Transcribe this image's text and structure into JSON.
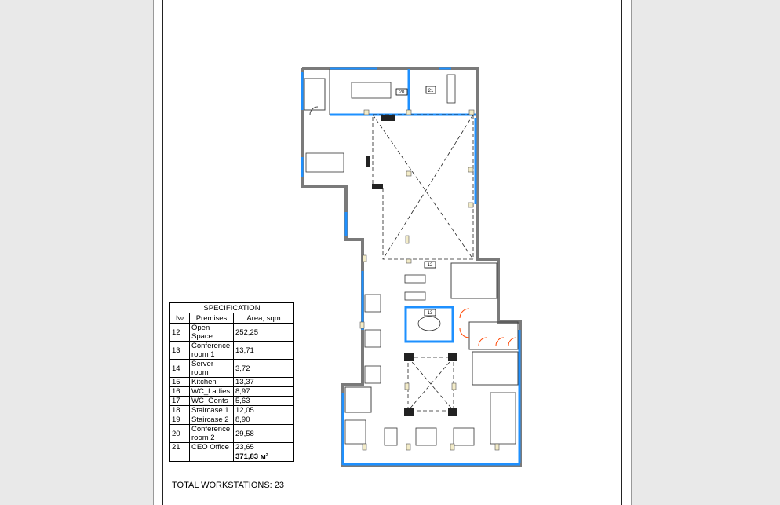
{
  "specification": {
    "title": "SPECIFICATION",
    "headers": [
      "№",
      "Premises",
      "Area, sqm"
    ],
    "rows": [
      {
        "no": "12",
        "premises": "Open Space",
        "area": "252,25"
      },
      {
        "no": "13",
        "premises": "Conference room 1",
        "area": "13,71"
      },
      {
        "no": "14",
        "premises": "Server room",
        "area": "3,72"
      },
      {
        "no": "15",
        "premises": "Kitchen",
        "area": "13,37"
      },
      {
        "no": "16",
        "premises": "WC_Ladies",
        "area": "8,97"
      },
      {
        "no": "17",
        "premises": "WC_Gents",
        "area": "5,63"
      },
      {
        "no": "18",
        "premises": "Staircase 1",
        "area": "12,05"
      },
      {
        "no": "19",
        "premises": "Staircase 2",
        "area": "8,90"
      },
      {
        "no": "20",
        "premises": "Conference room 2",
        "area": "29,58"
      },
      {
        "no": "21",
        "premises": "CEO Office",
        "area": "23,65"
      }
    ],
    "total": "371,83 м²"
  },
  "total_workstations": "TOTAL WORKSTATIONS: 23",
  "plan_labels": {
    "open_space": "12",
    "conf1": "13",
    "conf2": "20",
    "ceo": "21"
  },
  "colors": {
    "wall": "#7a7a7a",
    "window": "#1e90ff",
    "door": "#ff4500",
    "column": "#f3ecc8"
  }
}
